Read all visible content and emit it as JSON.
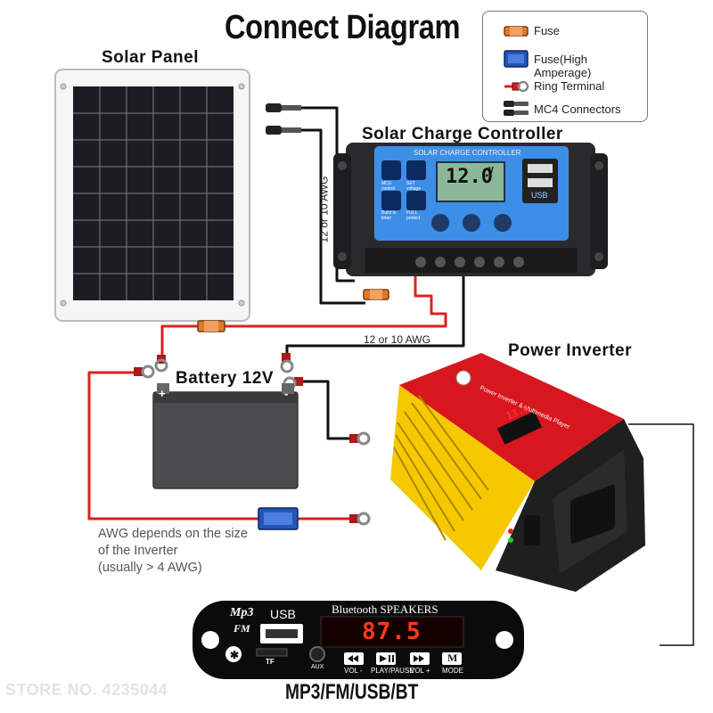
{
  "title": "Connect Diagram",
  "legend": [
    {
      "label": "Fuse",
      "icon": "fuse-icon"
    },
    {
      "label": "Fuse(High Amperage)",
      "icon": "high-amperage-fuse-icon"
    },
    {
      "label": "Ring Terminal",
      "icon": "ring-terminal-icon"
    },
    {
      "label": "MC4 Connectors",
      "icon": "mc4-connector-icon"
    }
  ],
  "labels": {
    "solar_panel": "Solar Panel",
    "charge_controller": "Solar Charge Controller",
    "battery": "Battery 12V",
    "inverter": "Power Inverter",
    "awg_vertical": "12 or 10 AWG",
    "awg_horizontal": "12 or 10 AWG",
    "note_line1": "AWG depends on the size",
    "note_line2": "of the Inverter",
    "note_line3": "(usually  > 4 AWG)"
  },
  "controller": {
    "header": "SOLAR CHARGE CONTROLLER",
    "reading": "12.0",
    "unit": "V",
    "btn_mcu": "MCU control",
    "btn_set": "SET voltage",
    "btn_timer": "Build in timer",
    "btn_full": "FULL protect",
    "usb": "USB"
  },
  "inverter": {
    "brand": "Power Inverter & Multimedia Player",
    "reading": "13.0"
  },
  "player": {
    "mp3_logo": "Mp3",
    "fm_logo": "FM",
    "usb_label": "USB",
    "tf_label": "TF",
    "aux_label": "AUX",
    "header": "Bluetooth SPEAKERS",
    "reading": "87.5",
    "buttons": [
      "VOL -",
      "PLAY/PAUSE",
      "VOL +",
      "MODE"
    ],
    "mode_key": "M"
  },
  "footer": {
    "store": "STORE NO. 4235044",
    "caption": "MP3/FM/USB/BT"
  },
  "colors": {
    "positive_wire": "#e02020",
    "negative_wire": "#1a1a1a",
    "fuse": "#e07a2a",
    "high_amp_fuse": "#2456b8",
    "controller_panel": "#3d8ee6",
    "inverter_body": "#f5c800",
    "inverter_face": "#d8161e"
  }
}
